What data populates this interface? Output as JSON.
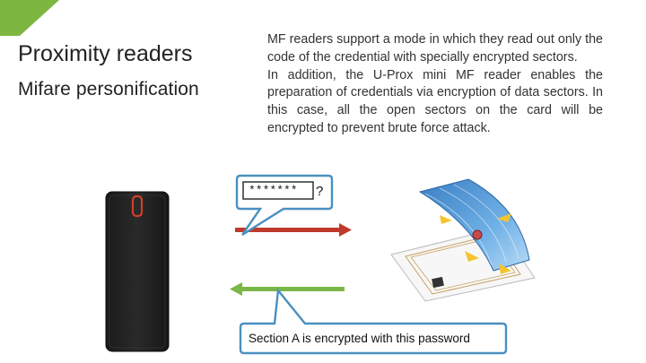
{
  "slide": {
    "title": "Proximity readers",
    "subtitle": "Mifare personification",
    "paragraphs": [
      "MF readers support a mode in which they read out only the code of the credential with specially encrypted sectors.",
      "In addition, the U-Prox mini MF reader enables the preparation of credentials via encryption of data sectors. In this case, all the open sectors on the card will be encrypted to prevent brute force attack."
    ],
    "password_bubble": {
      "password_mask": "*******",
      "question": "?"
    },
    "section_bubble": {
      "text": "Section A is encrypted with this password"
    }
  },
  "colors": {
    "accent_green": "#7db640",
    "arrow_red": "#c0392b",
    "arrow_green": "#7ab648",
    "bubble_border": "#4a90c0"
  },
  "icons": {
    "reader": "card-reader-icon",
    "card": "smart-card-icon"
  }
}
